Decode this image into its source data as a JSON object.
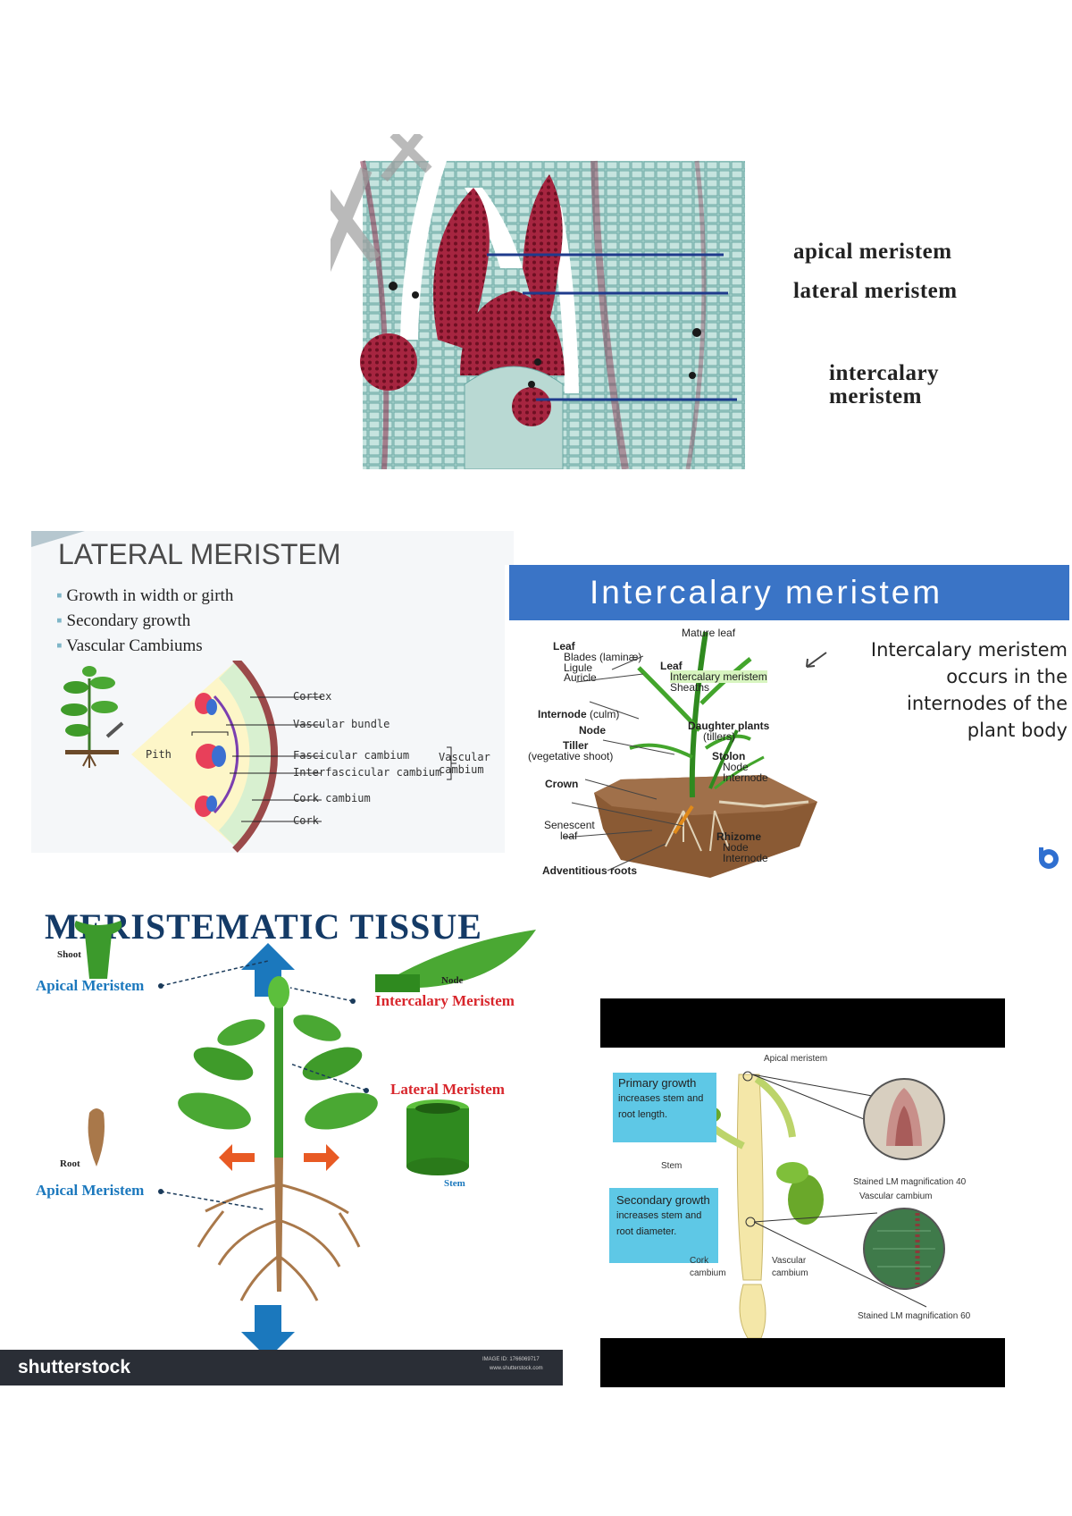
{
  "micrograph": {
    "labels": [
      "apical  meristem",
      "lateral  meristem",
      "intercalary",
      "meristem"
    ]
  },
  "lateral": {
    "title": "LATERAL MERISTEM",
    "bullets": [
      "Growth in width or girth",
      "Secondary growth",
      "Vascular Cambiums"
    ],
    "pith": "Pith",
    "cortex": "Cortex",
    "vascular_bundle": "Vascular bundle",
    "fascicular": "Fascicular cambium",
    "interfascicular": "Interfascicular cambium",
    "vascular_cambium_1": "Vascular",
    "vascular_cambium_2": "cambium",
    "cork_cambium": "Cork cambium",
    "cork": "Cork"
  },
  "intercalary": {
    "header": "Intercalary meristem",
    "note_lines": [
      "Intercalary meristem",
      "occurs in the",
      "internodes of the",
      "plant body"
    ],
    "labels": {
      "mature_leaf": "Mature leaf",
      "leaf": "Leaf",
      "blades": "Blades (laminæ)",
      "ligule": "Ligule",
      "auricle": "Auricle",
      "leaf2": "Leaf",
      "intercalary_meristem": "Intercalary meristem",
      "sheaths": "Sheaths",
      "internode": "Internode",
      "culm": "(culm)",
      "node": "Node",
      "daughter": "Daughter plants",
      "tillers": "(tillers)",
      "tiller": "Tiller",
      "vegetative": "(vegetative shoot)",
      "stolon": "Stolon",
      "stolon_node": "Node",
      "stolon_internode": "Internode",
      "crown": "Crown",
      "senescent": "Senescent",
      "senescent_leaf": "leaf",
      "rhizome": "Rhizome",
      "rhizome_node": "Node",
      "rhizome_internode": "Internode",
      "adventitious": "Adventitious roots"
    }
  },
  "meristematic": {
    "title": "MERISTEMATIC TISSUE",
    "shoot": "Shoot",
    "apical_top": "Apical Meristem",
    "node": "Node",
    "intercalary": "Intercalary Meristem",
    "lateral": "Lateral Meristem",
    "root": "Root",
    "apical_bottom": "Apical Meristem",
    "stem": "Stem",
    "brand": "shutterstock",
    "image_id": "IMAGE ID: 1766069717",
    "site": "www.shutterstock.com"
  },
  "growth": {
    "apical": "Apical meristem",
    "primary_title": "Primary growth",
    "primary_text_1": "increases stem and",
    "primary_text_2": "root length.",
    "stem": "Stem",
    "secondary_title": "Secondary growth",
    "secondary_text_1": "increases stem and",
    "secondary_text_2": "root diameter.",
    "stained_40": "Stained LM magnification 40",
    "vascular_cambium": "Vascular cambium",
    "cork_1": "Cork",
    "cork_2": "cambium",
    "vasc_1": "Vascular",
    "vasc_2": "cambium",
    "stained_60": "Stained LM magnification 60"
  },
  "colors": {
    "blue_header": "#3a74c6",
    "micro_bg": "#9cc9c4",
    "stain": "#8e1a2c",
    "title_navy": "#143a66",
    "red_label": "#d8262c",
    "blue_label": "#1b78bd",
    "leaf_green": "#3f9b2a",
    "info_box": "#5ec8e6"
  }
}
